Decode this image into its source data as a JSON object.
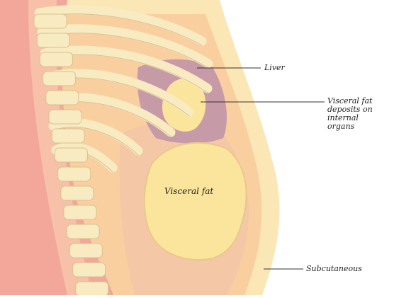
{
  "labels": {
    "liver": "Liver",
    "visceral_deposits_line1": "Visceral fat",
    "visceral_deposits_line2": "deposits on",
    "visceral_deposits_line3": "internal",
    "visceral_deposits_line4": "organs",
    "visceral_fat": "Visceral fat",
    "subcutaneous": "Subcutaneous"
  },
  "colors": {
    "background": "#ffffff",
    "outer_body": "#fbe6b6",
    "abdomen_wall": "#f9cf9f",
    "back_muscle": "#f2a79a",
    "spine_column": "#f6c0a9",
    "bone": "#f8eac1",
    "bone_shadow": "#d9c28f",
    "liver": "#c79aa8",
    "cavity": "#f4c7a6",
    "visceral_fat": "#fbe59c",
    "leader_line": "#333333"
  }
}
